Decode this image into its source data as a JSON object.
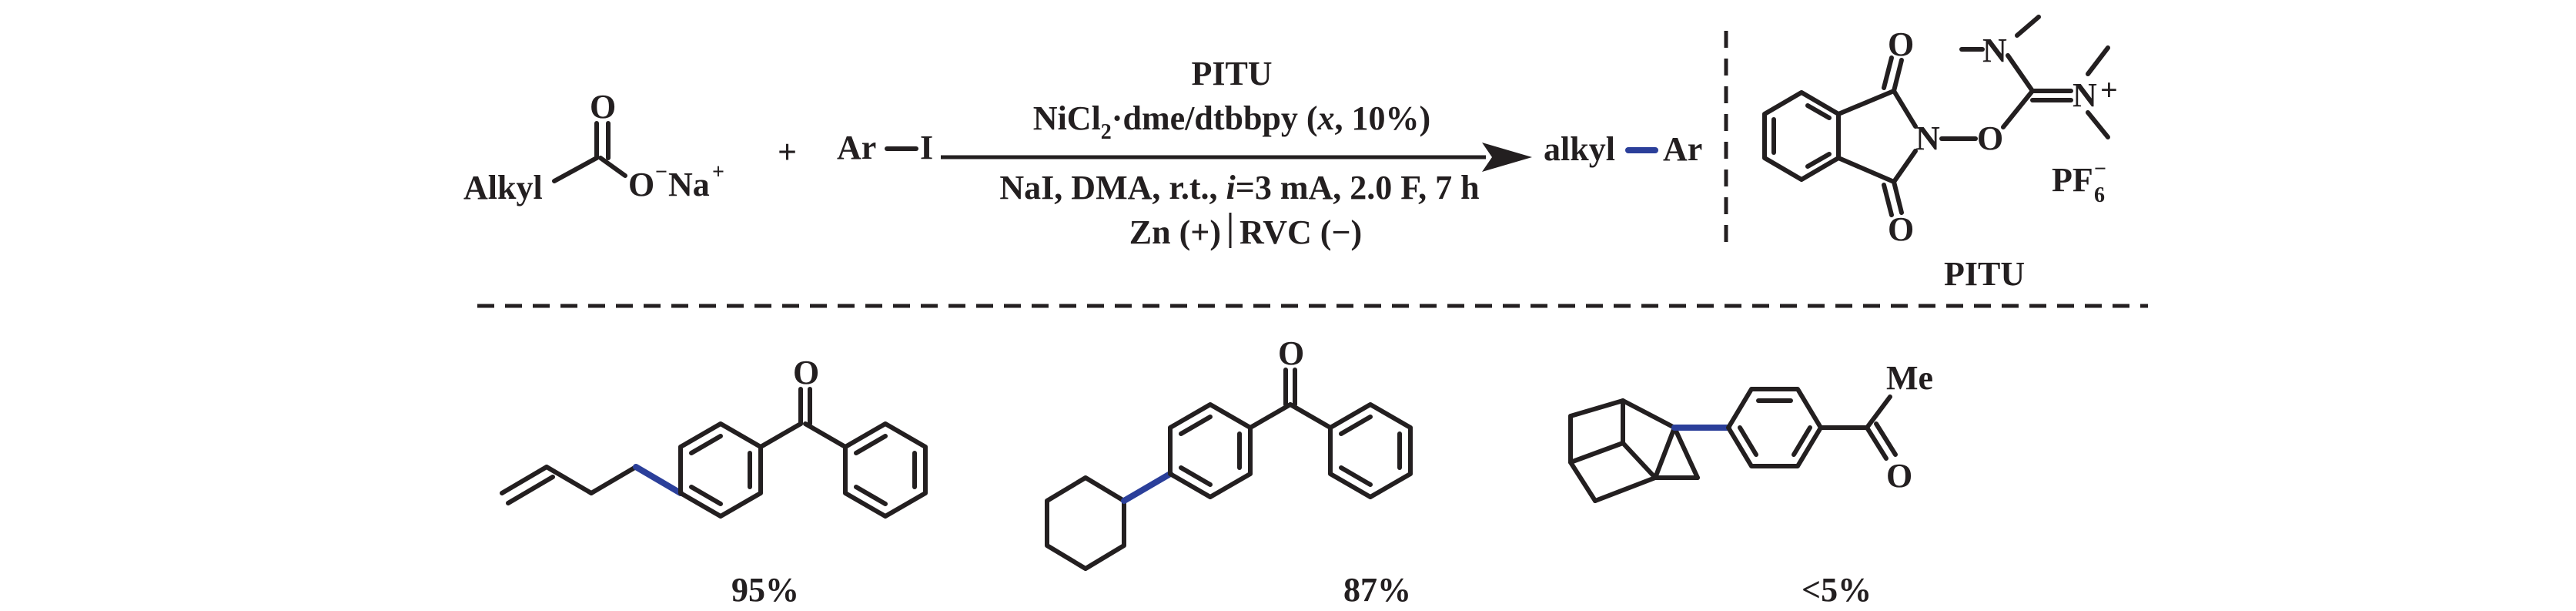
{
  "scheme": {
    "reactant_acid": {
      "group": "Alkyl",
      "oxygen_top": "O",
      "oxygen_anion": "O",
      "anion_sign": "−",
      "counterion": "Na",
      "counterion_sign": "+"
    },
    "plus": "+",
    "reactant_aryl": {
      "aryl": "Ar",
      "halogen": "I"
    },
    "conditions": {
      "line1": "PITU",
      "line2_pre": "NiCl",
      "line2_sub": "2",
      "line2_mid": "·dme/dtbbpy (",
      "line2_var": "x",
      "line2_post": ", 10%)",
      "line3_pre": "NaI, DMA, r.t., ",
      "line3_var": "i",
      "line3_post": "=3 mA, 2.0 F, 7 h",
      "line4_left": "Zn (+)",
      "line4_right": "RVC (−)"
    },
    "product": {
      "alkyl": "alkyl",
      "aryl": "Ar"
    },
    "reagent": {
      "label": "PITU",
      "o_top": "O",
      "o_bottom": "O",
      "n_imide": "N",
      "o_link": "O",
      "n_amine": "N",
      "n_iminium": "N",
      "charge": "+",
      "anion_base": "PF",
      "anion_sub": "6",
      "anion_sup": "−"
    },
    "bond_color": "#2b3f9a",
    "text_color": "#231f20"
  },
  "examples": [
    {
      "carbonyl_o": "O",
      "yield": "95%"
    },
    {
      "carbonyl_o": "O",
      "yield": "87%"
    },
    {
      "carbonyl_o": "O",
      "methyl": "Me",
      "yield": "<5%"
    }
  ]
}
